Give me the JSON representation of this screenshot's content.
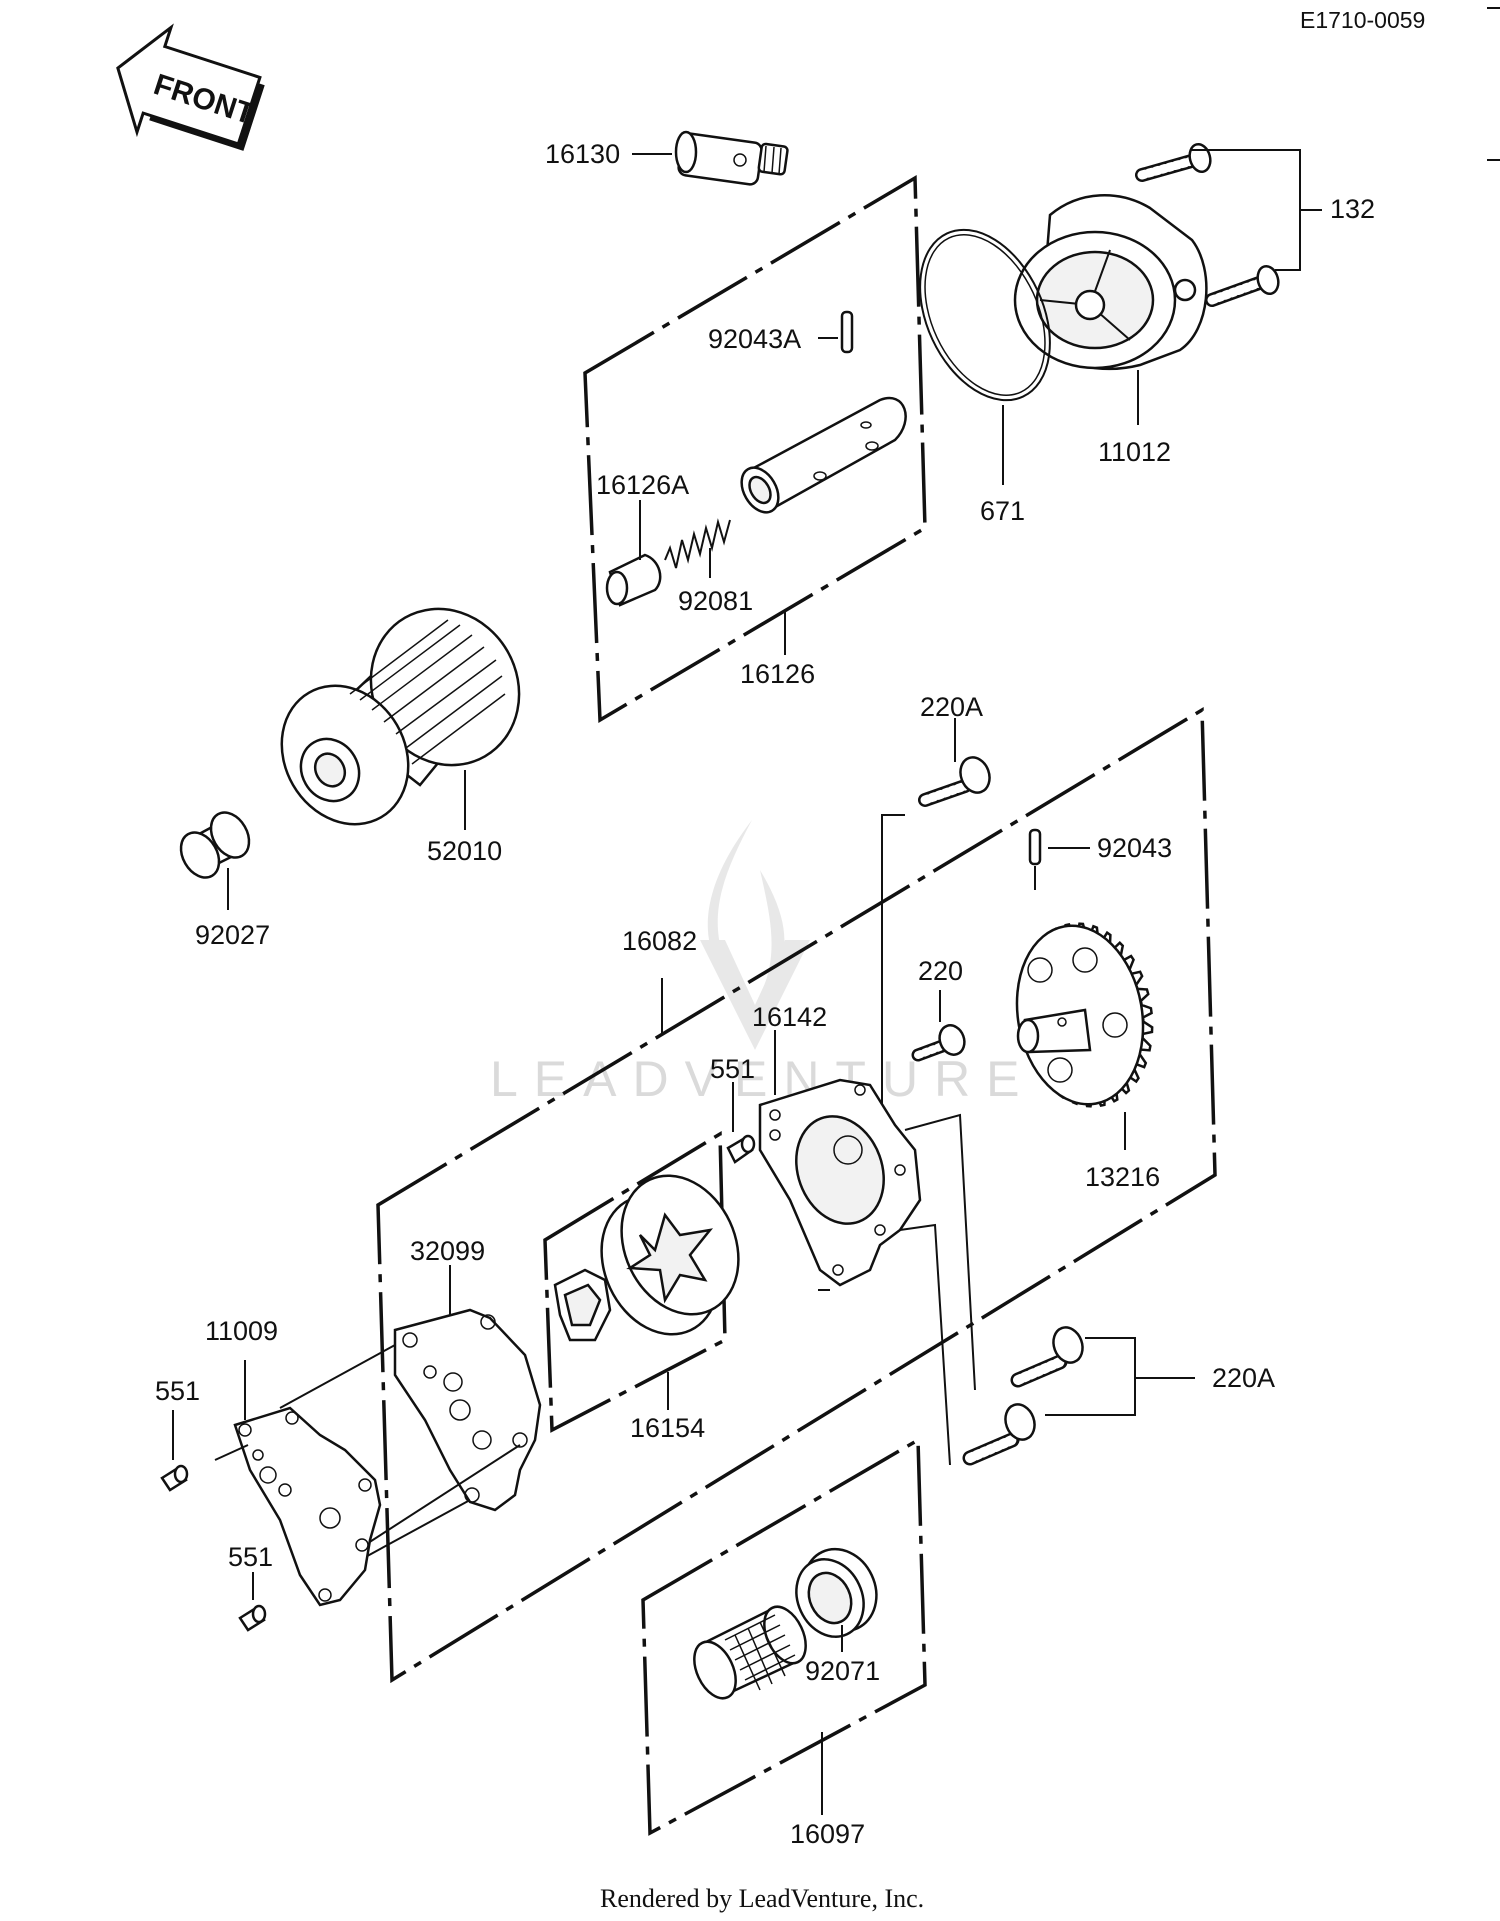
{
  "diagram_id": "E1710-0059",
  "front_label": "FRONT",
  "watermark": "LEADVENTURE",
  "footer": "Rendered by LeadVenture, Inc.",
  "labels": {
    "p16130": "16130",
    "p132": "132",
    "p92043A": "92043A",
    "p16126A": "16126A",
    "p92081": "92081",
    "p16126": "16126",
    "p671": "671",
    "p11012": "11012",
    "p52010": "52010",
    "p92027": "92027",
    "p220A_top": "220A",
    "p92043": "92043",
    "p16082": "16082",
    "p220": "220",
    "p16142": "16142",
    "p551_mid": "551",
    "p13216": "13216",
    "p32099": "32099",
    "p11009": "11009",
    "p551_left": "551",
    "p16154": "16154",
    "p220A_right": "220A",
    "p551_low": "551",
    "p92071": "92071",
    "p16097": "16097"
  }
}
